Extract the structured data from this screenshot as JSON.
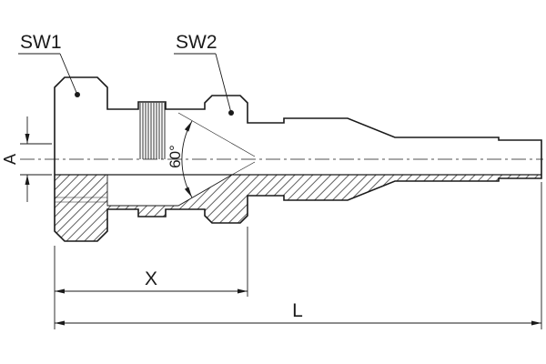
{
  "drawing": {
    "labels": {
      "sw1": "SW1",
      "sw2": "SW2",
      "bore_diameter": "A",
      "cone_angle": "60°",
      "dim_x": "X",
      "dim_l": "L"
    },
    "colors": {
      "line": "#1a1a1a",
      "background": "#ffffff"
    }
  }
}
